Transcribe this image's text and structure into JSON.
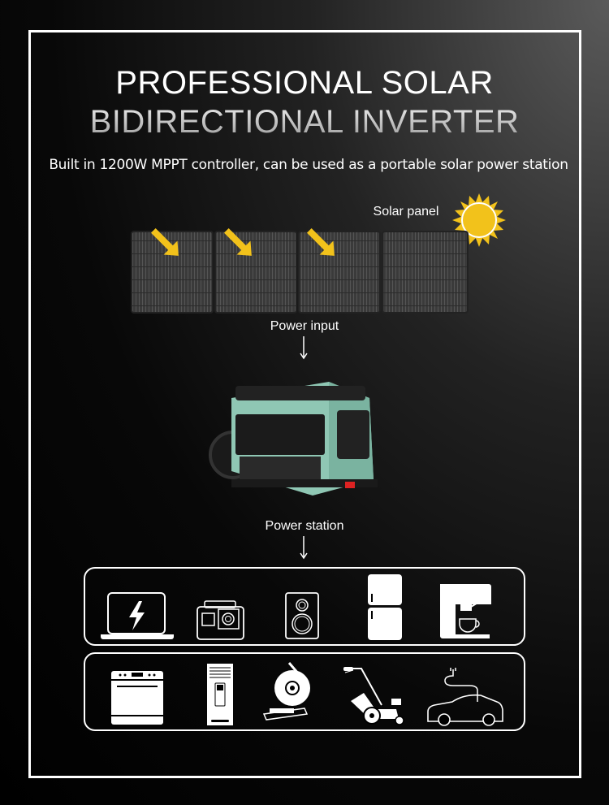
{
  "title": {
    "line1": "PROFESSIONAL SOLAR",
    "line2": "BIDIRECTIONAL INVERTER"
  },
  "subtitle": "Built in 1200W MPPT controller, can be used as a portable solar power station",
  "labels": {
    "solar_panel": "Solar panel",
    "power_input": "Power input",
    "power_station": "Power station"
  },
  "colors": {
    "accent": "#f2c21b",
    "station": "#8fc7b4"
  },
  "appliances_row1": [
    "laptop-icon",
    "action-camera-icon",
    "speaker-icon",
    "refrigerator-icon",
    "coffee-machine-icon"
  ],
  "appliances_row2": [
    "oven-icon",
    "air-conditioner-icon",
    "cutoff-saw-icon",
    "lawn-mower-icon",
    "electric-car-icon"
  ]
}
